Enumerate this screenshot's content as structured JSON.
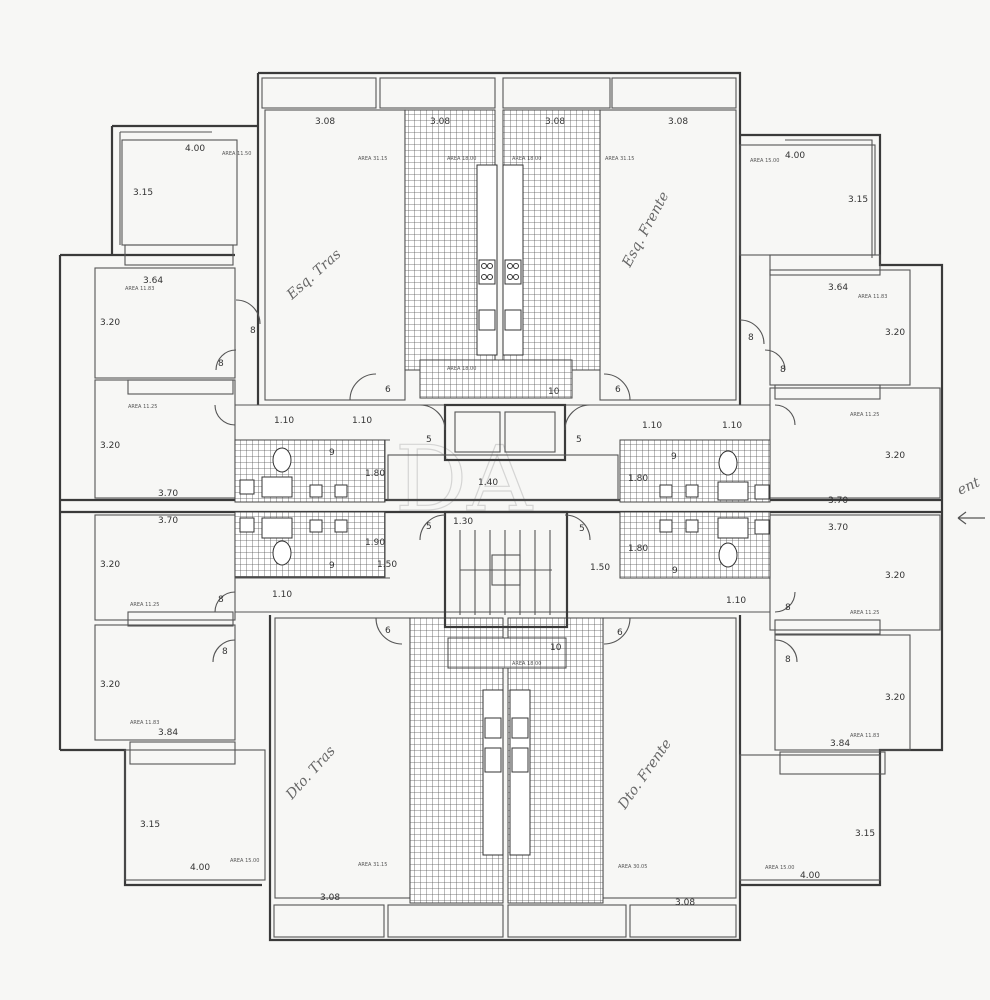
{
  "dimensions": {
    "top_left_width": "3.08",
    "top_right_width": "3.08",
    "top_center_left": "3.08",
    "top_center_right": "3.08",
    "nw_width": "4.00",
    "ne_width": "4.00",
    "nw_height": "3.15",
    "ne_height": "3.15",
    "w_upper_width": "3.64",
    "e_upper_width": "3.64",
    "w_upper_height": "3.20",
    "e_upper_height": "3.20",
    "w_mid_height": "3.20",
    "e_mid_height": "3.20",
    "w_center_width_a": "3.70",
    "e_center_width_a": "3.70",
    "w_center_width_b": "3.70",
    "e_center_width_b": "3.70",
    "w_lower_height": "3.20",
    "e_lower_height": "3.20",
    "w_lower2_height": "3.20",
    "e_lower2_height": "3.20",
    "w_lower_width": "3.84",
    "e_lower_width": "3.84",
    "sw_height": "3.15",
    "se_height": "3.15",
    "sw_width": "4.00",
    "se_width": "4.00",
    "bottom_left_width": "3.08",
    "bottom_right_width": "3.08",
    "lobby_width": "1.40",
    "bath_nw": "1.80",
    "bath_sw": "1.90",
    "bath_ne": "1.80",
    "bath_se": "1.80",
    "corr_w_upper": "1.10",
    "corr_e_upper": "1.10",
    "corr_w_lower": "1.10",
    "corr_e_lower": "1.10",
    "stair_w": "1.50",
    "stair_e": "1.50",
    "step_top": "1.30",
    "small_w": "1.10",
    "small_e": "1.10"
  },
  "areas": {
    "nw": "AREA 11.50",
    "n_left": "AREA 31.15",
    "n_kitchen_l": "AREA 18.00",
    "n_kitchen_r": "AREA 18.00",
    "n_right": "AREA 31.15",
    "ne": "AREA 15.00",
    "w_upper": "AREA 11.83",
    "e_upper": "AREA 11.83",
    "w_mid": "AREA 11.25",
    "e_mid": "AREA 11.25",
    "w_lower": "AREA 11.25",
    "e_lower": "AREA 11.25",
    "w_lower2": "AREA 11.83",
    "e_lower2": "AREA 11.83",
    "sw": "AREA 15.00",
    "se": "AREA 15.00",
    "s_left": "AREA 31.15",
    "s_right": "AREA 30.05",
    "s_kitchen_l": "AREA 18.00",
    "s_kitchen_r": "AREA 18.00"
  },
  "door_marks": {
    "d6": "6",
    "d8": "8",
    "d5": "5",
    "d9": "9",
    "d10": "10"
  },
  "handwriting": {
    "nw_flat": "Esq. Tras",
    "ne_flat": "Esq. Frente",
    "sw_flat": "Dto. Tras",
    "se_flat": "Dto. Frente",
    "arrow_note": "ent"
  },
  "watermark": "DA"
}
